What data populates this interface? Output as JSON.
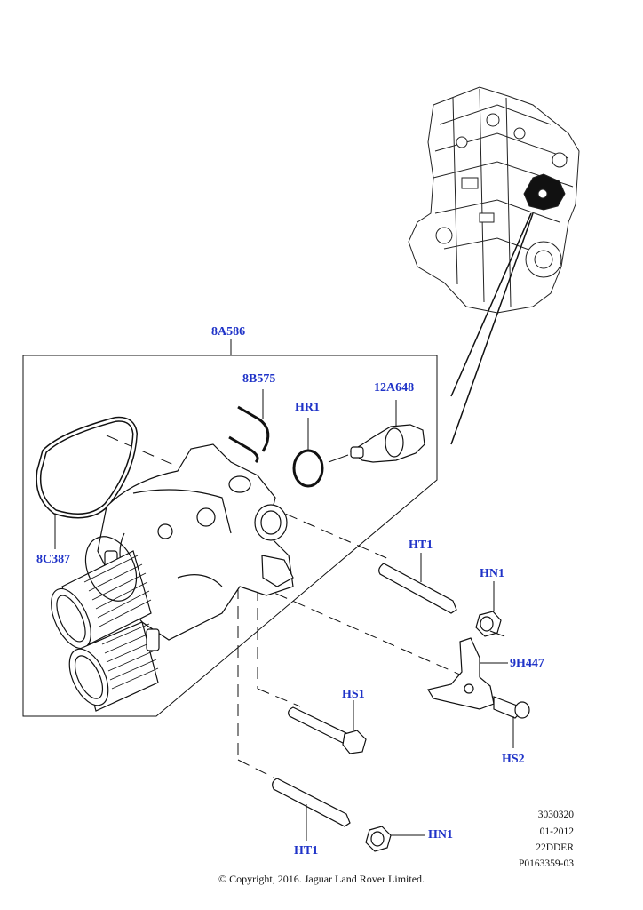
{
  "callouts": {
    "assembly": "8A586",
    "clip": "8B575",
    "o_ring": "HR1",
    "sensor": "12A648",
    "gasket": "8C387",
    "stud_upper": "HT1",
    "nut_upper": "HN1",
    "bracket": "9H447",
    "bolt_bracket": "HS2",
    "bolt_lower": "HS1",
    "stud_lower": "HT1",
    "nut_lower": "HN1"
  },
  "meta": {
    "line1": "3030320",
    "line2": "01-2012",
    "line3": "22DDER",
    "line4": "P0163359-03"
  },
  "copyright": "© Copyright, 2016. Jaguar Land Rover Limited."
}
